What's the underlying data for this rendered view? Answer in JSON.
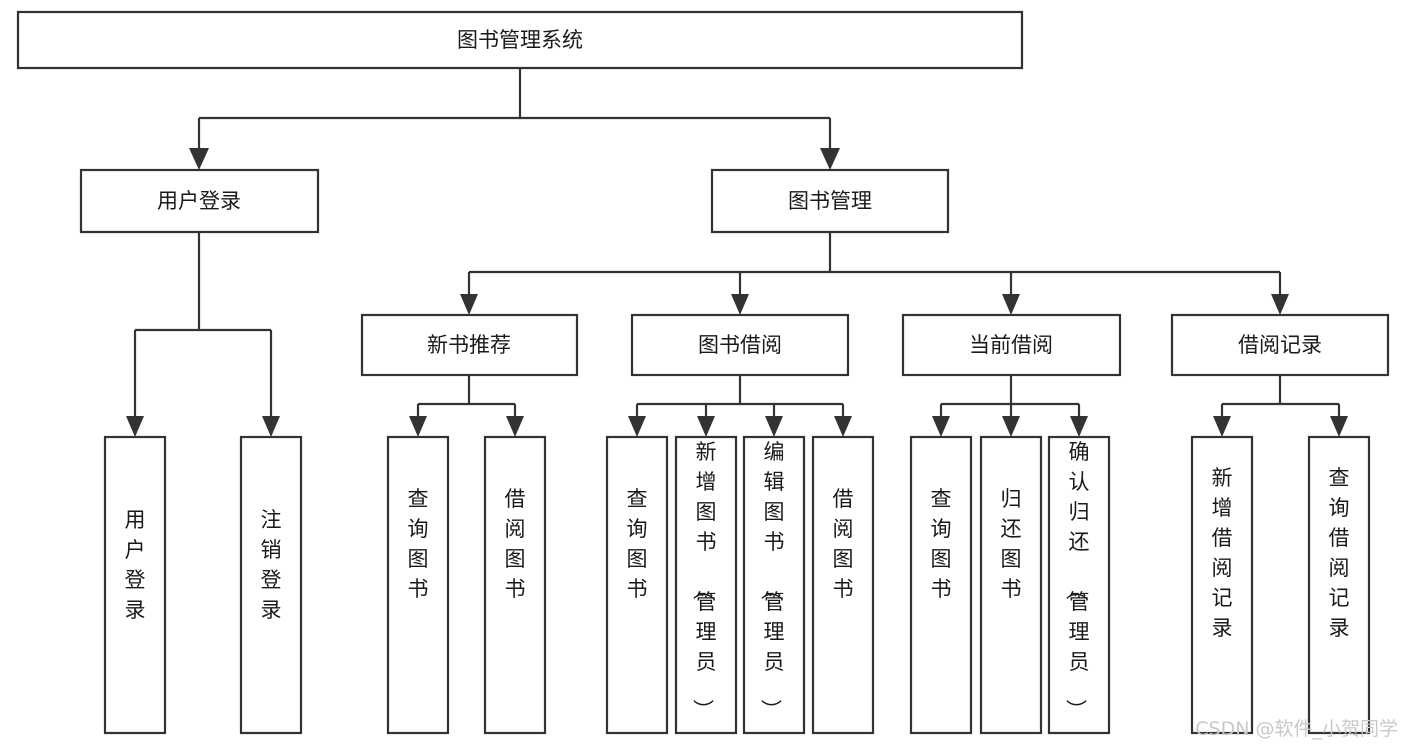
{
  "diagram": {
    "title": "图书管理系统",
    "type": "tree-hierarchy-chart",
    "root": {
      "label": "图书管理系统"
    },
    "level2": [
      {
        "label": "用户登录"
      },
      {
        "label": "图书管理"
      }
    ],
    "level3": [
      {
        "label": "新书推荐"
      },
      {
        "label": "图书借阅"
      },
      {
        "label": "当前借阅"
      },
      {
        "label": "借阅记录"
      }
    ],
    "leaves_user_login": [
      {
        "label": "用户登录"
      },
      {
        "label": "注销登录"
      }
    ],
    "leaves_new_book": [
      {
        "label": "查询图书"
      },
      {
        "label": "借阅图书"
      }
    ],
    "leaves_book_borrow": [
      {
        "label": "查询图书"
      },
      {
        "label": "新增图书（管理员）"
      },
      {
        "label": "编辑图书（管理员）"
      },
      {
        "label": "借阅图书"
      }
    ],
    "leaves_current_borrow": [
      {
        "label": "查询图书"
      },
      {
        "label": "归还图书"
      },
      {
        "label": "确认归还（管理员）"
      }
    ],
    "leaves_borrow_record": [
      {
        "label": "新增借阅记录"
      },
      {
        "label": "查询借阅记录"
      }
    ],
    "colors": {
      "stroke": "#333333",
      "fill": "#ffffff",
      "text": "#1a1a1a",
      "watermark": "#c9c9c9"
    }
  },
  "watermark": {
    "text": "CSDN @软件_小贺同学"
  }
}
